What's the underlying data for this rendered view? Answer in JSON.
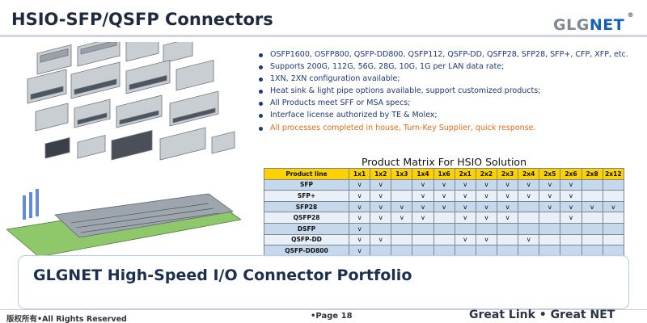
{
  "header": {
    "title": "HSIO-SFP/QSFP Connectors",
    "logo_part1": "GLG",
    "logo_part2": "NET",
    "logo_mark": "®"
  },
  "features": [
    {
      "text": "OSFP1600, OSFP800, QSFP-DD800, QSFP112, QSFP-DD, QSFP28, SFP28, SFP+, CFP, XFP, etc.",
      "accent": false
    },
    {
      "text": "Supports 200G, 112G, 56G, 28G, 10G, 1G per LAN data rate;",
      "accent": false
    },
    {
      "text": "1XN, 2XN configuration available;",
      "accent": false
    },
    {
      "text": "Heat sink & light pipe options available, support customized products;",
      "accent": false
    },
    {
      "text": "All Products meet SFF or MSA specs;",
      "accent": false
    },
    {
      "text": "Interface license authorized by TE & Molex;",
      "accent": false
    },
    {
      "text": "All processes completed in house, Turn-Key Supplier, quick response.",
      "accent": true
    }
  ],
  "matrix": {
    "title": "Product Matrix For HSIO Solution",
    "columns": [
      "Product line",
      "1x1",
      "1x2",
      "1x3",
      "1x4",
      "1x6",
      "2x1",
      "2x2",
      "2x3",
      "2x4",
      "2x5",
      "2x6",
      "2x8",
      "2x12"
    ],
    "rows": [
      {
        "label": "SFP",
        "cells": [
          "v",
          "v",
          "",
          "v",
          "v",
          "v",
          "v",
          "v",
          "v",
          "v",
          "v",
          "",
          ""
        ]
      },
      {
        "label": "SFP+",
        "cells": [
          "v",
          "v",
          "",
          "v",
          "v",
          "v",
          "v",
          "v",
          "v",
          "v",
          "v",
          "",
          ""
        ]
      },
      {
        "label": "SFP28",
        "cells": [
          "v",
          "v",
          "v",
          "v",
          "v",
          "v",
          "v",
          "v",
          "",
          "v",
          "v",
          "v",
          "v"
        ]
      },
      {
        "label": "QSFP28",
        "cells": [
          "v",
          "v",
          "v",
          "v",
          "",
          "v",
          "v",
          "v",
          "",
          "",
          "v",
          "",
          ""
        ]
      },
      {
        "label": "DSFP",
        "cells": [
          "v",
          "",
          "",
          "",
          "",
          "",
          "",
          "",
          "",
          "",
          "",
          "",
          ""
        ]
      },
      {
        "label": "QSFP-DD",
        "cells": [
          "v",
          "v",
          "",
          "",
          "",
          "v",
          "v",
          "",
          "v",
          "",
          "",
          "",
          ""
        ]
      },
      {
        "label": "QSFP-DD800",
        "cells": [
          "v",
          "",
          "",
          "",
          "",
          "",
          "",
          "",
          "",
          "",
          "",
          "",
          ""
        ]
      }
    ]
  },
  "caption": "GLGNET High-Speed I/O Connector Portfolio",
  "footer": {
    "left": "版权所有•All Rights Reserved",
    "page": "•Page 18",
    "slogan": "Great Link • Great NET"
  },
  "colors": {
    "header_yellow": "#ffd100",
    "row_blue": "#c6d8ec",
    "row_light": "#e9f0f8",
    "text_blue": "#1b3a73",
    "accent_orange": "#e06a1a",
    "logo_blue": "#1560bd"
  }
}
